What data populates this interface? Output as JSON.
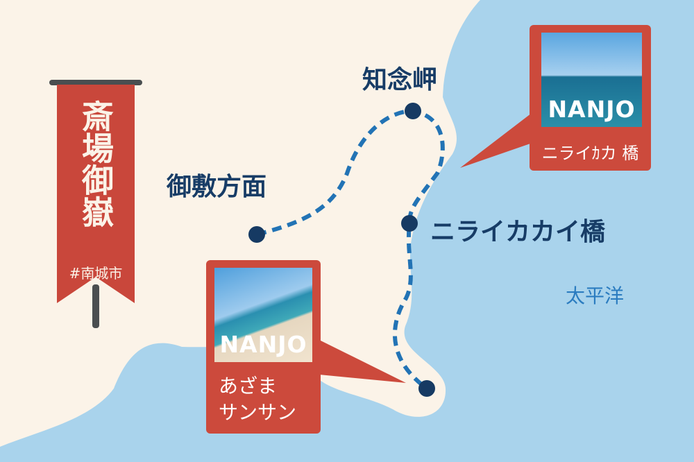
{
  "colors": {
    "land": "#fbf3e8",
    "sea": "#a9d3ec",
    "route": "#2273b5",
    "marker": "#163a63",
    "banner": "#c9473b"
  },
  "banner": {
    "title": "斎場御嶽",
    "subtitle": "#南城市"
  },
  "labels": {
    "cape": "知念岬",
    "direction": "御敷方面",
    "bridge": "ニライカカイ橋",
    "ocean": "太平洋"
  },
  "cards": [
    {
      "brand": "NANJO",
      "caption": "ニライｶカ 橋"
    },
    {
      "brand": "NANJO",
      "caption_line1": "あざま",
      "caption_line2": "サンサン"
    }
  ]
}
